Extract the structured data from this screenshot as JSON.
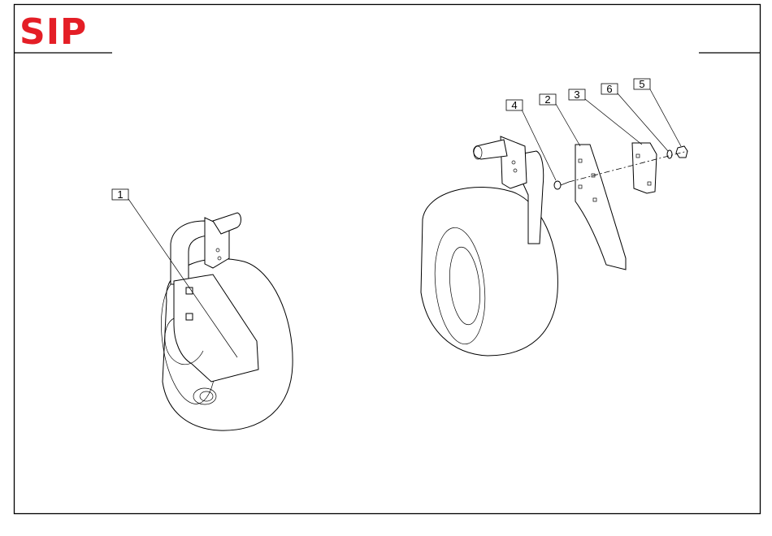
{
  "brand": {
    "logo_text": "SIP",
    "logo_color": "#e41e26"
  },
  "callouts": [
    {
      "id": "callout-1",
      "label": "1"
    },
    {
      "id": "callout-2",
      "label": "2"
    },
    {
      "id": "callout-3",
      "label": "3"
    },
    {
      "id": "callout-4",
      "label": "4"
    },
    {
      "id": "callout-5",
      "label": "5"
    },
    {
      "id": "callout-6",
      "label": "6"
    }
  ]
}
